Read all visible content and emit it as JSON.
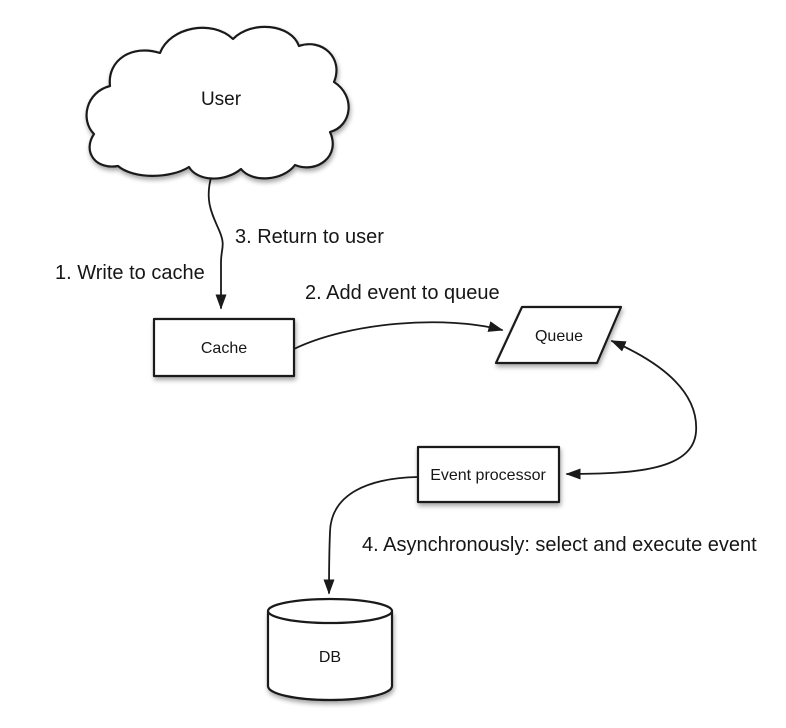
{
  "diagram": {
    "background": "#ffffff",
    "stroke_color": "#1a1a1a",
    "fill_color": "#ffffff",
    "text_color": "#161616"
  },
  "nodes": {
    "user": {
      "label": "User",
      "shape": "cloud"
    },
    "cache": {
      "label": "Cache",
      "shape": "rectangle"
    },
    "queue": {
      "label": "Queue",
      "shape": "parallelogram"
    },
    "event_processor": {
      "label": "Event processor",
      "shape": "rectangle"
    },
    "db": {
      "label": "DB",
      "shape": "cylinder"
    }
  },
  "steps": {
    "step1": "1. Write to cache",
    "step2": "2. Add event to queue",
    "step3": "3. Return to user",
    "step4": "4. Asynchronously: select and execute event"
  },
  "edges": [
    {
      "from": "user",
      "to": "cache",
      "arrowheads": "end",
      "labels": [
        "step1",
        "step3"
      ]
    },
    {
      "from": "cache",
      "to": "queue",
      "arrowheads": "end",
      "labels": [
        "step2"
      ]
    },
    {
      "from": "queue",
      "to": "event_processor",
      "arrowheads": "both",
      "labels": []
    },
    {
      "from": "event_processor",
      "to": "db",
      "arrowheads": "end",
      "labels": [
        "step4"
      ]
    }
  ]
}
